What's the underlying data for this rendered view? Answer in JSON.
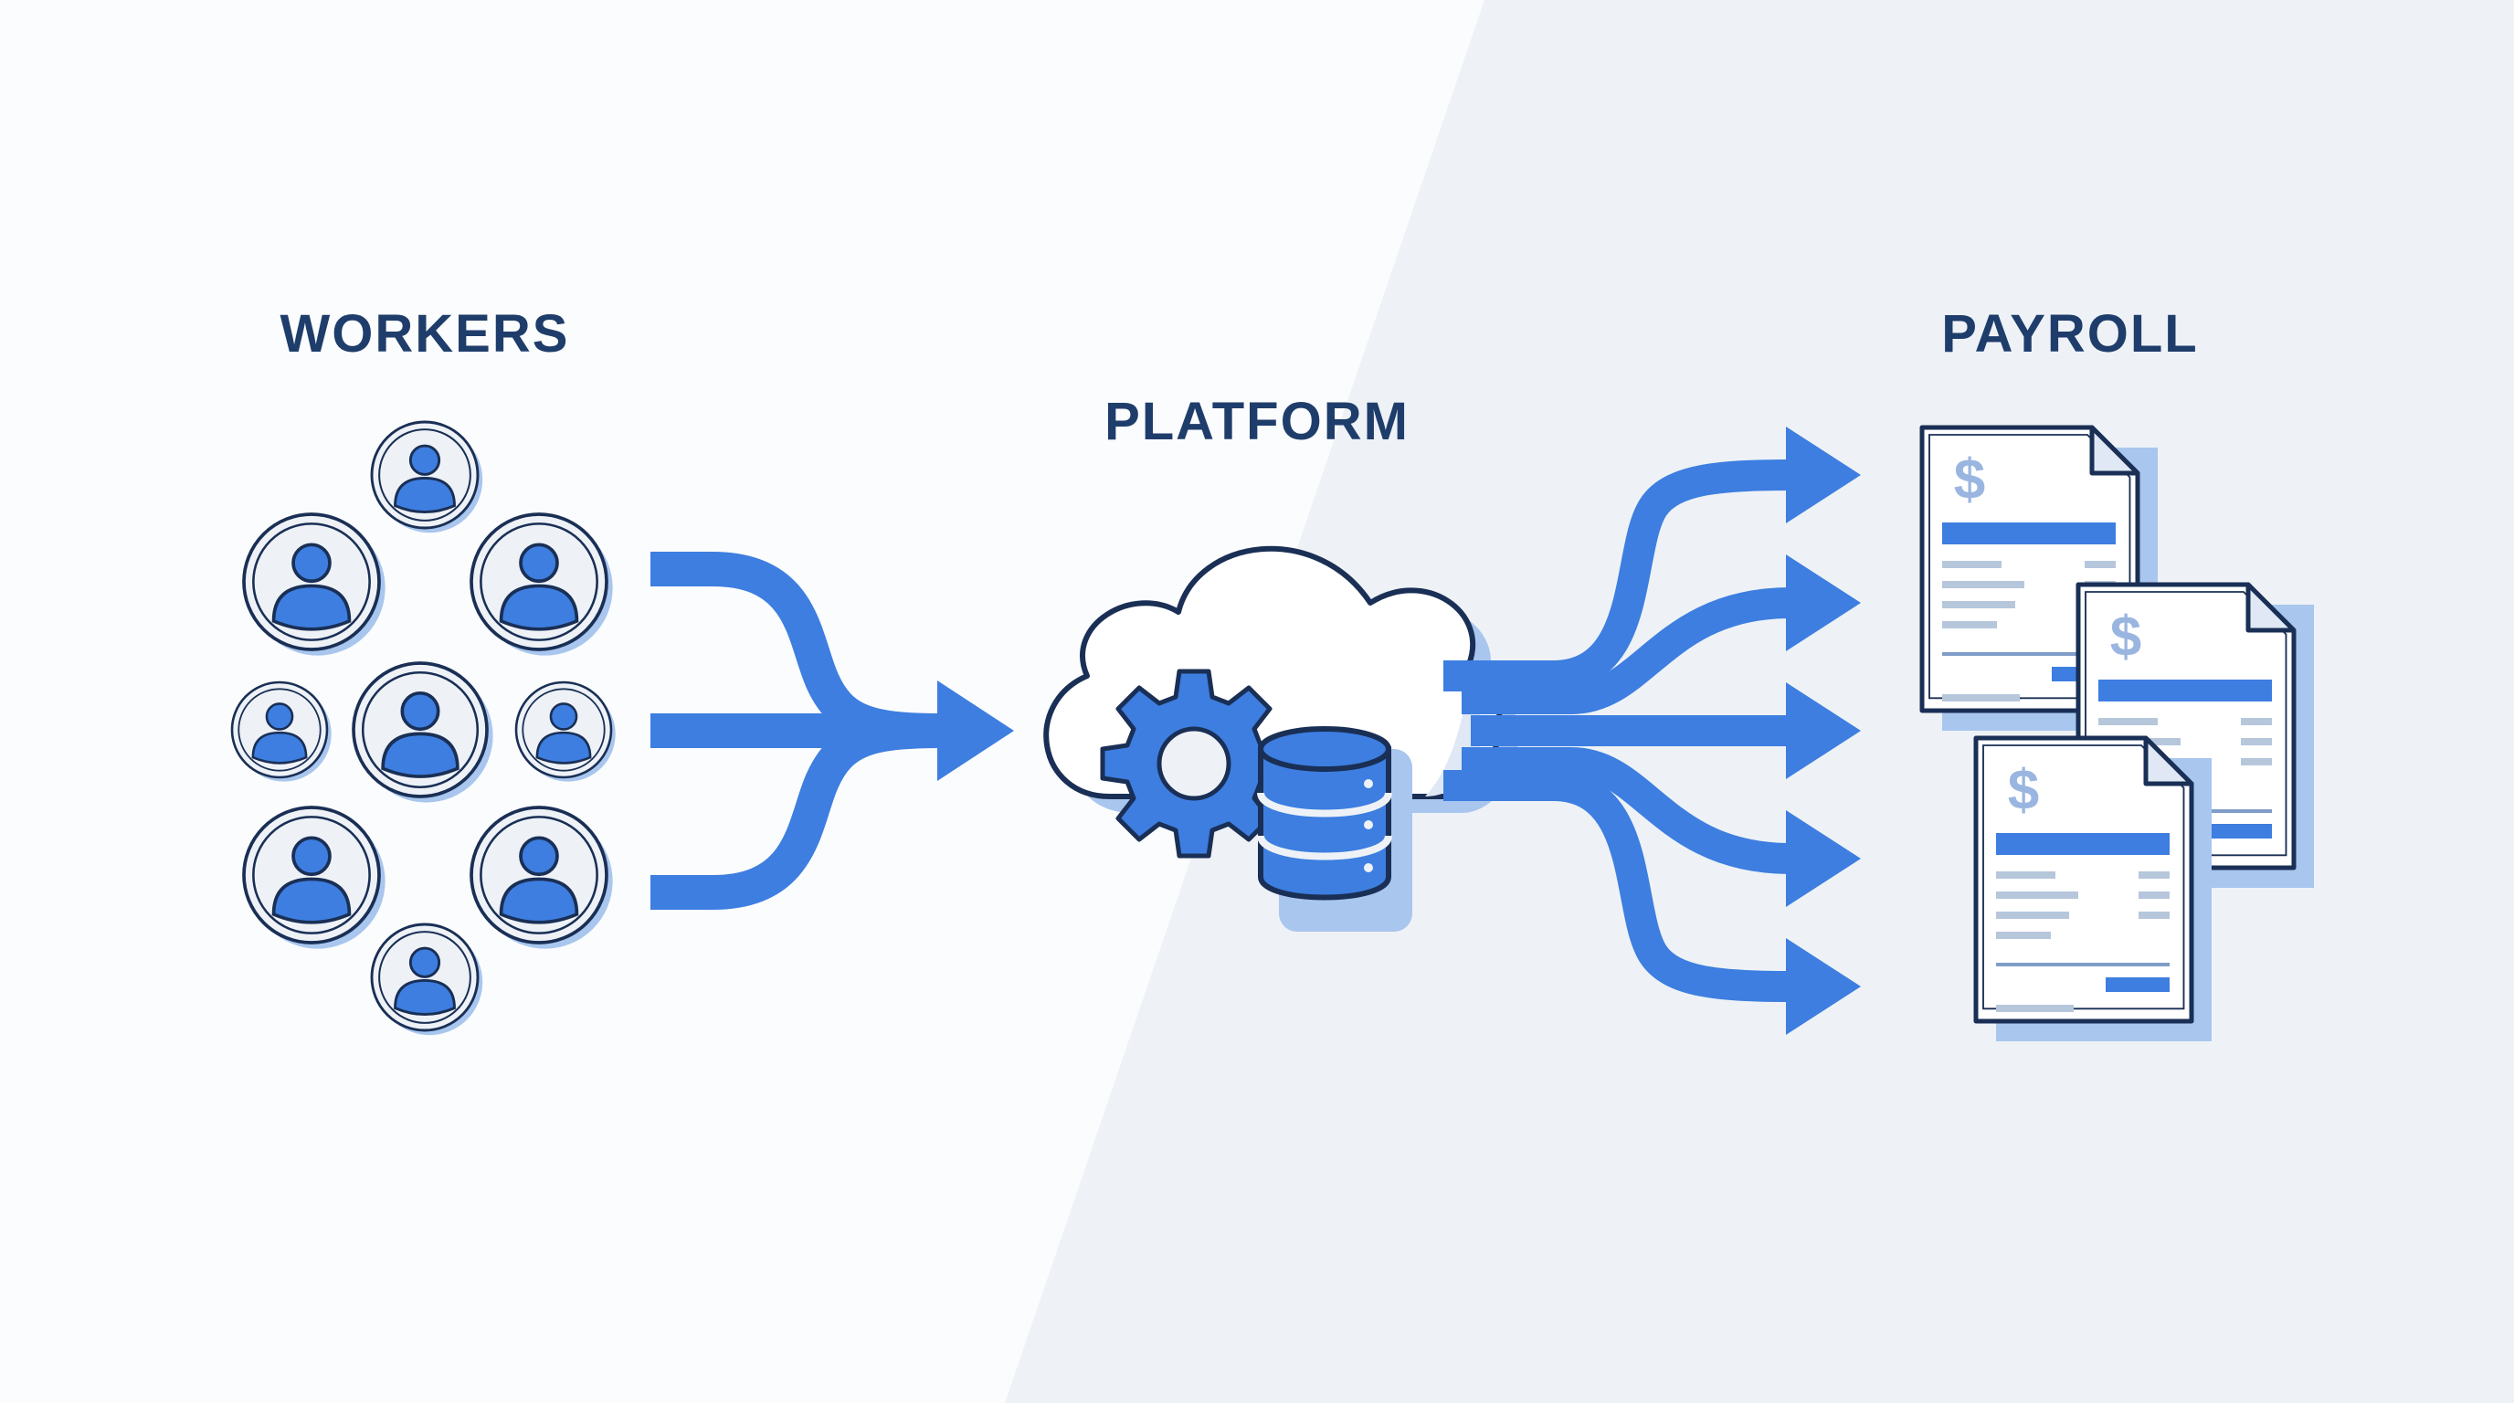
{
  "labels": {
    "workers": "WORKERS",
    "platform": "PLATFORM",
    "payroll": "PAYROLL"
  },
  "payslip_symbol": "$",
  "colors": {
    "label_navy": "#1f3d6b",
    "accent_blue": "#3d7ee0",
    "shadow_blue": "#aac8f0",
    "outline_navy": "#1a2f55",
    "background_left": "#fbfcfd",
    "background_right": "#eef2f6",
    "avatar_fill": "#eef2f7",
    "doc_line": "#b6c7dc"
  },
  "icons": {
    "workers": "person-circle-icon",
    "platform": [
      "cloud-icon",
      "gear-icon",
      "database-icon"
    ],
    "payroll": "payslip-document-icon"
  }
}
